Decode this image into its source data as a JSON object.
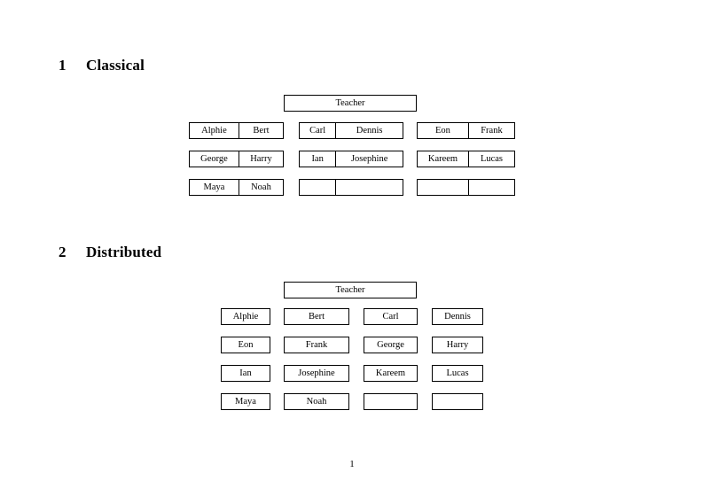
{
  "document": {
    "page_number": "1"
  },
  "sections": [
    {
      "number": "1",
      "title": "Classical",
      "teacher_label": "Teacher",
      "layout": "paired",
      "groups": [
        {
          "rows": [
            [
              "Alphie",
              "Bert"
            ],
            [
              "George",
              "Harry"
            ],
            [
              "Maya",
              "Noah"
            ]
          ]
        },
        {
          "rows": [
            [
              "Carl",
              "Dennis"
            ],
            [
              "Ian",
              "Josephine"
            ],
            [
              "",
              ""
            ]
          ]
        },
        {
          "rows": [
            [
              "Eon",
              "Frank"
            ],
            [
              "Kareem",
              "Lucas"
            ],
            [
              "",
              ""
            ]
          ]
        }
      ]
    },
    {
      "number": "2",
      "title": "Distributed",
      "teacher_label": "Teacher",
      "layout": "individual",
      "rows": [
        [
          "Alphie",
          "Bert",
          "Carl",
          "Dennis"
        ],
        [
          "Eon",
          "Frank",
          "George",
          "Harry"
        ],
        [
          "Ian",
          "Josephine",
          "Kareem",
          "Lucas"
        ],
        [
          "Maya",
          "Noah",
          "",
          ""
        ]
      ]
    }
  ]
}
